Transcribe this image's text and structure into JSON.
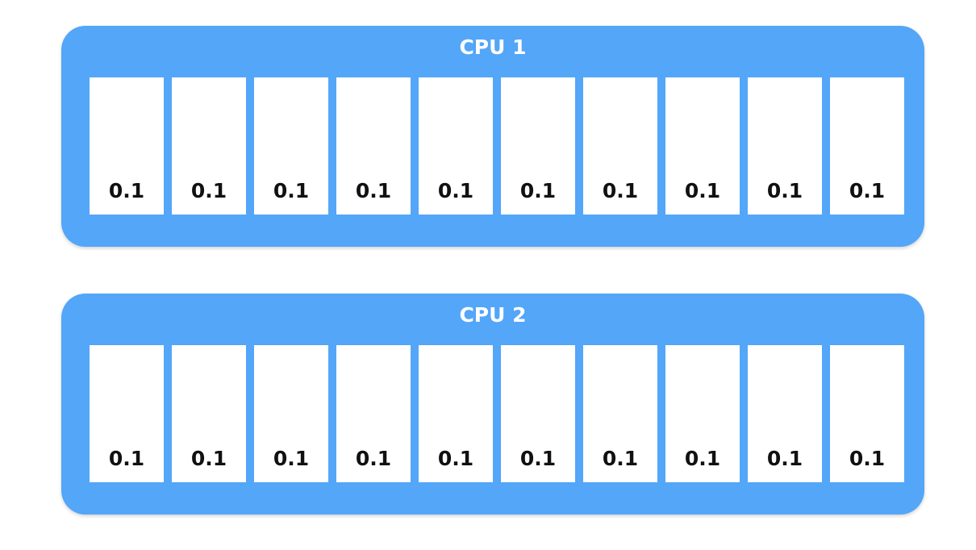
{
  "cpus": [
    {
      "title": "CPU 1",
      "slots": [
        "0.1",
        "0.1",
        "0.1",
        "0.1",
        "0.1",
        "0.1",
        "0.1",
        "0.1",
        "0.1",
        "0.1"
      ]
    },
    {
      "title": "CPU 2",
      "slots": [
        "0.1",
        "0.1",
        "0.1",
        "0.1",
        "0.1",
        "0.1",
        "0.1",
        "0.1",
        "0.1",
        "0.1"
      ]
    }
  ],
  "colors": {
    "panel": "#53a6f8",
    "slot": "#ffffff",
    "title_text": "#ffffff",
    "slot_text": "#111111"
  }
}
